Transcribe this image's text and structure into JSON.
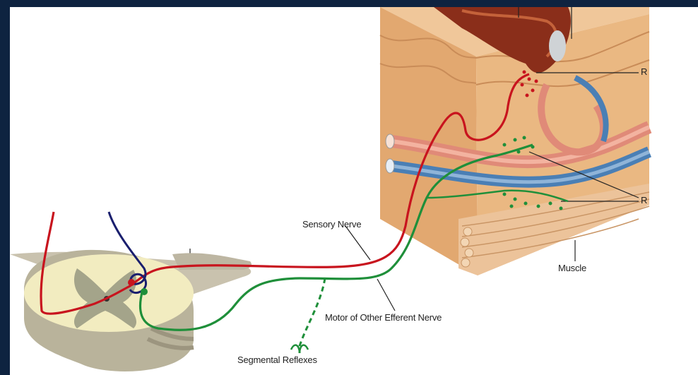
{
  "labels": {
    "sensory_nerve": "Sensory Nerve",
    "motor_nerve": "Motor of Other Efferent Nerve",
    "segmental_reflexes": "Segmental Reflexes",
    "muscle": "Muscle",
    "receptor_top": "R",
    "receptor_bottom": "R"
  },
  "colors": {
    "background": "#0e2340",
    "panel": "#ffffff",
    "sensory_nerve": "#c8141e",
    "motor_nerve": "#1f8f3a",
    "interneuron": "#1a1f6e",
    "tissue": "#e8b078",
    "vein": "#4a7fb5",
    "artery": "#e08a78"
  }
}
